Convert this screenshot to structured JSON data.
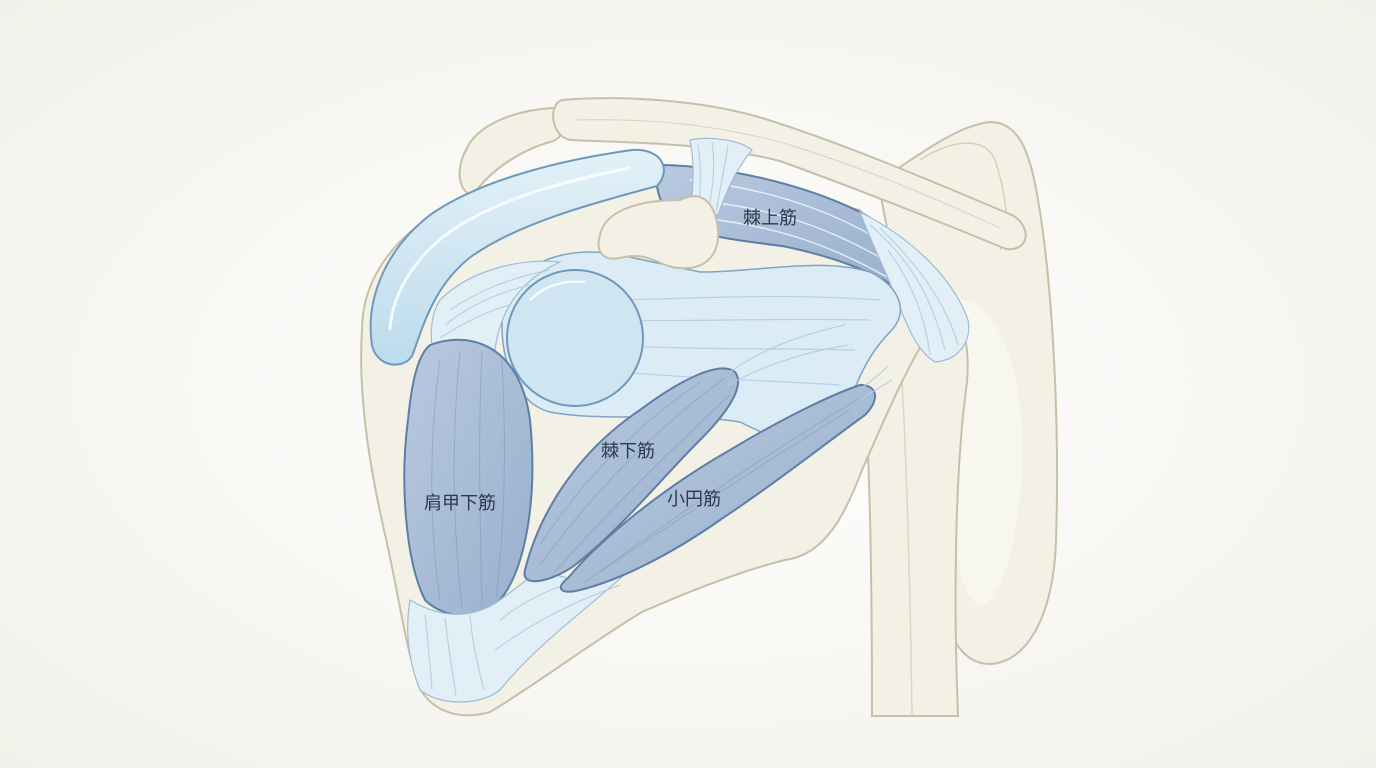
{
  "labels": {
    "supraspinatus": "棘上筋",
    "infraspinatus": "棘下筋",
    "teres_minor": "小円筋",
    "subscapularis": "肩甲下筋"
  },
  "colors": {
    "background": "#f6f6f1",
    "bone": "#f3f1e5",
    "bone_outline": "#c7c0a8",
    "bursa_blue": "#d2e7f3",
    "muscle_blue": "#a6bbd6",
    "muscle_outline": "#5d7ea6",
    "tendon": "#e3eff7",
    "label_text": "#2b3a4c"
  }
}
